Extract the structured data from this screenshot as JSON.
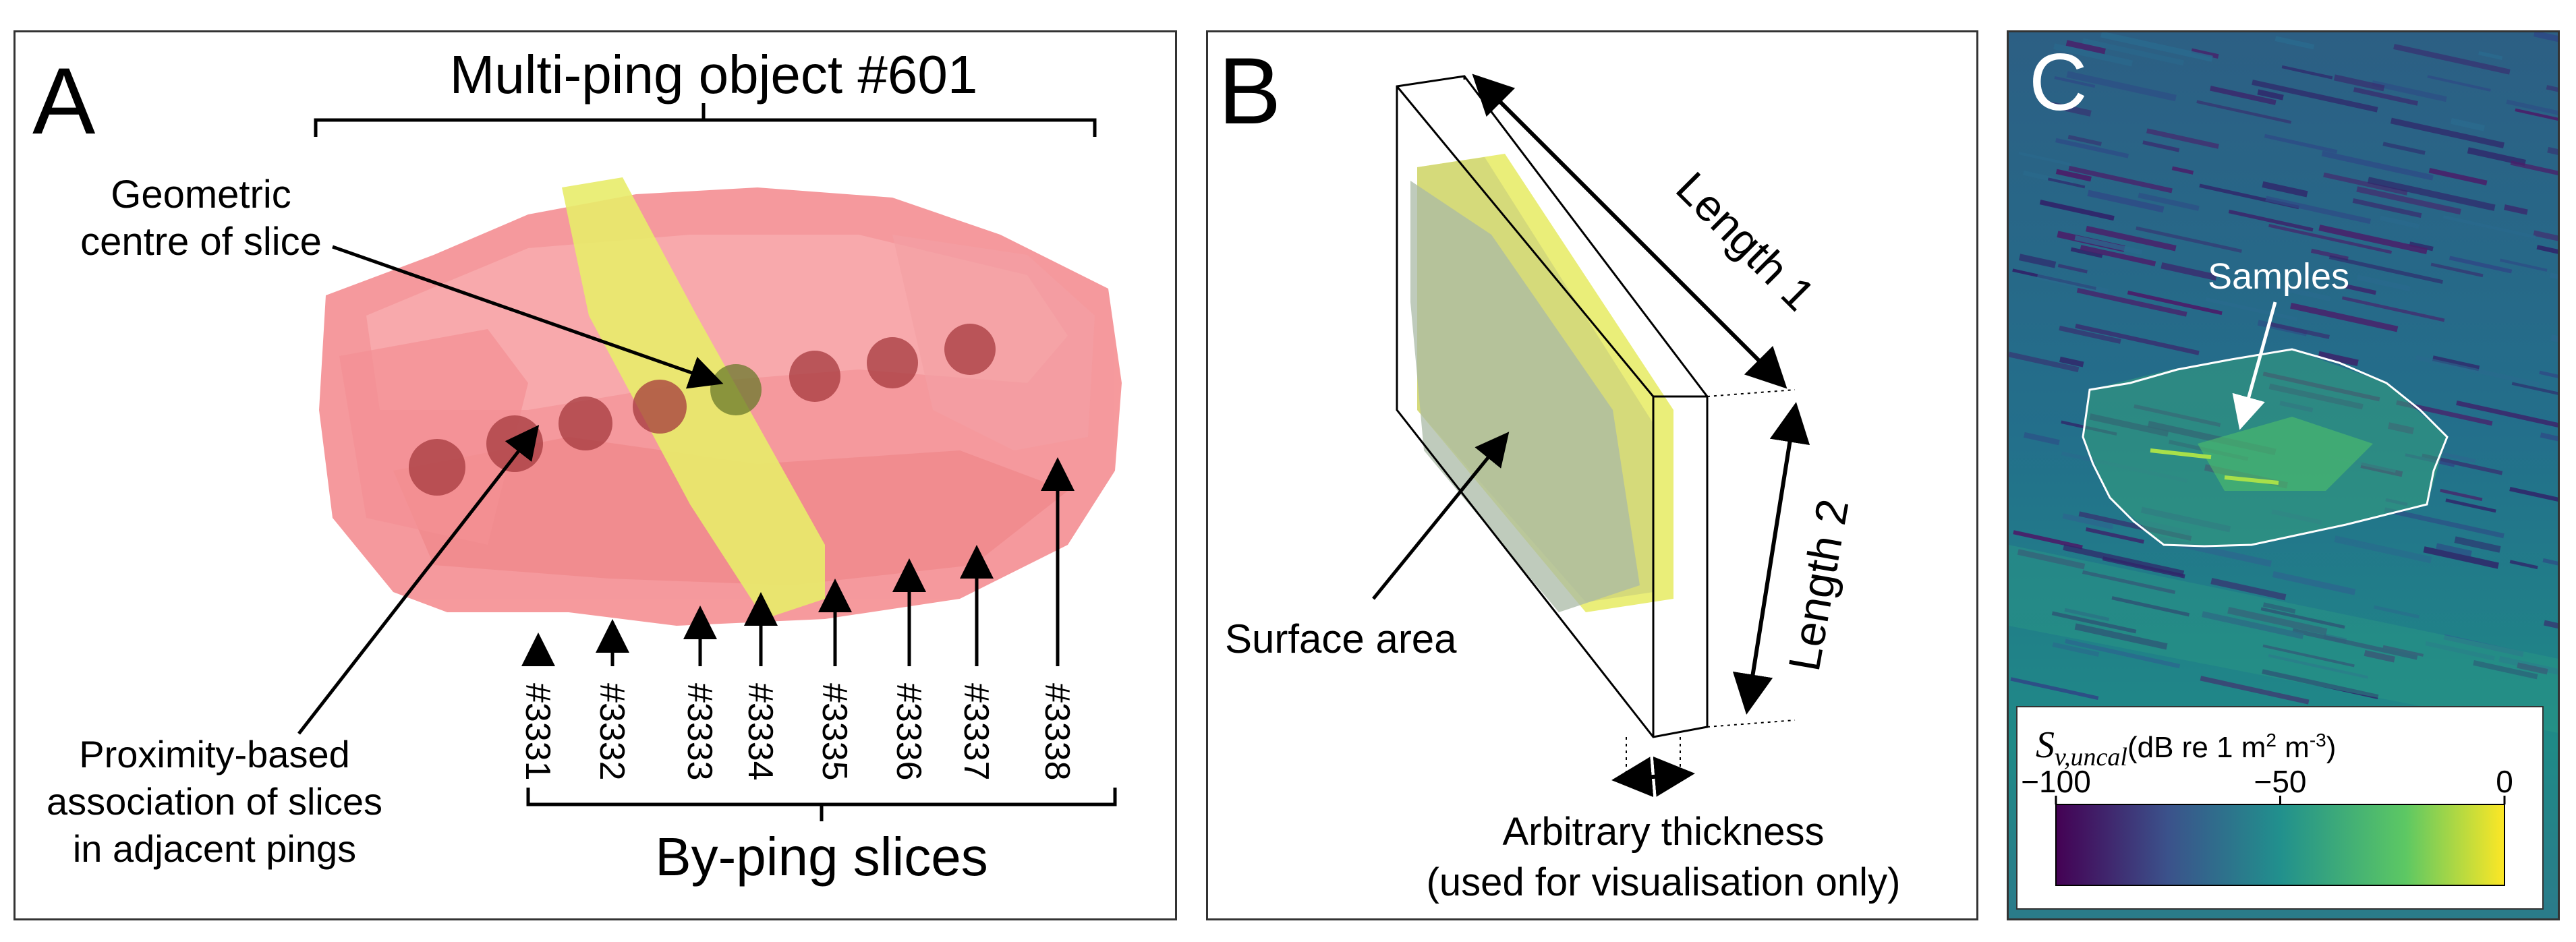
{
  "panel_a": {
    "letter": "A",
    "object_title": "Multi-ping object #601",
    "centre_label_line1": "Geometric",
    "centre_label_line2": "centre of slice",
    "association_line1": "Proximity-based",
    "association_line2": "association of slices",
    "association_line3": "in adjacent pings",
    "slice_ids": [
      "#3331",
      "#3332",
      "#3333",
      "#3334",
      "#3335",
      "#3336",
      "#3337",
      "#3338"
    ],
    "slices_title": "By-ping slices",
    "colors": {
      "slice": "#f0787c",
      "slice_highlight": "#e8ec7c",
      "centroid": "#a63a3e"
    }
  },
  "panel_b": {
    "letter": "B",
    "length1": "Length 1",
    "length2": "Length 2",
    "surface_area": "Surface area",
    "thickness_line1": "Arbitrary thickness",
    "thickness_line2": "(used for visualisation only)",
    "colors": {
      "yellow": "#e8ec6a",
      "surface": "#a8c8a0"
    }
  },
  "panel_c": {
    "letter": "C",
    "samples_label": "Samples",
    "colorbar": {
      "symbol": "S",
      "subscript": "v,uncal",
      "unit_pre": "(dB re 1 m",
      "unit_sup1": "2",
      "unit_mid": " m",
      "unit_sup2": "-3",
      "unit_post": ")",
      "ticks": [
        "−100",
        "−50",
        "0"
      ],
      "tick_values": [
        -100,
        -50,
        0
      ],
      "range": [
        -100,
        0
      ],
      "colors": [
        "#440154",
        "#3b528b",
        "#21908d",
        "#5dc863",
        "#fde725"
      ]
    }
  }
}
